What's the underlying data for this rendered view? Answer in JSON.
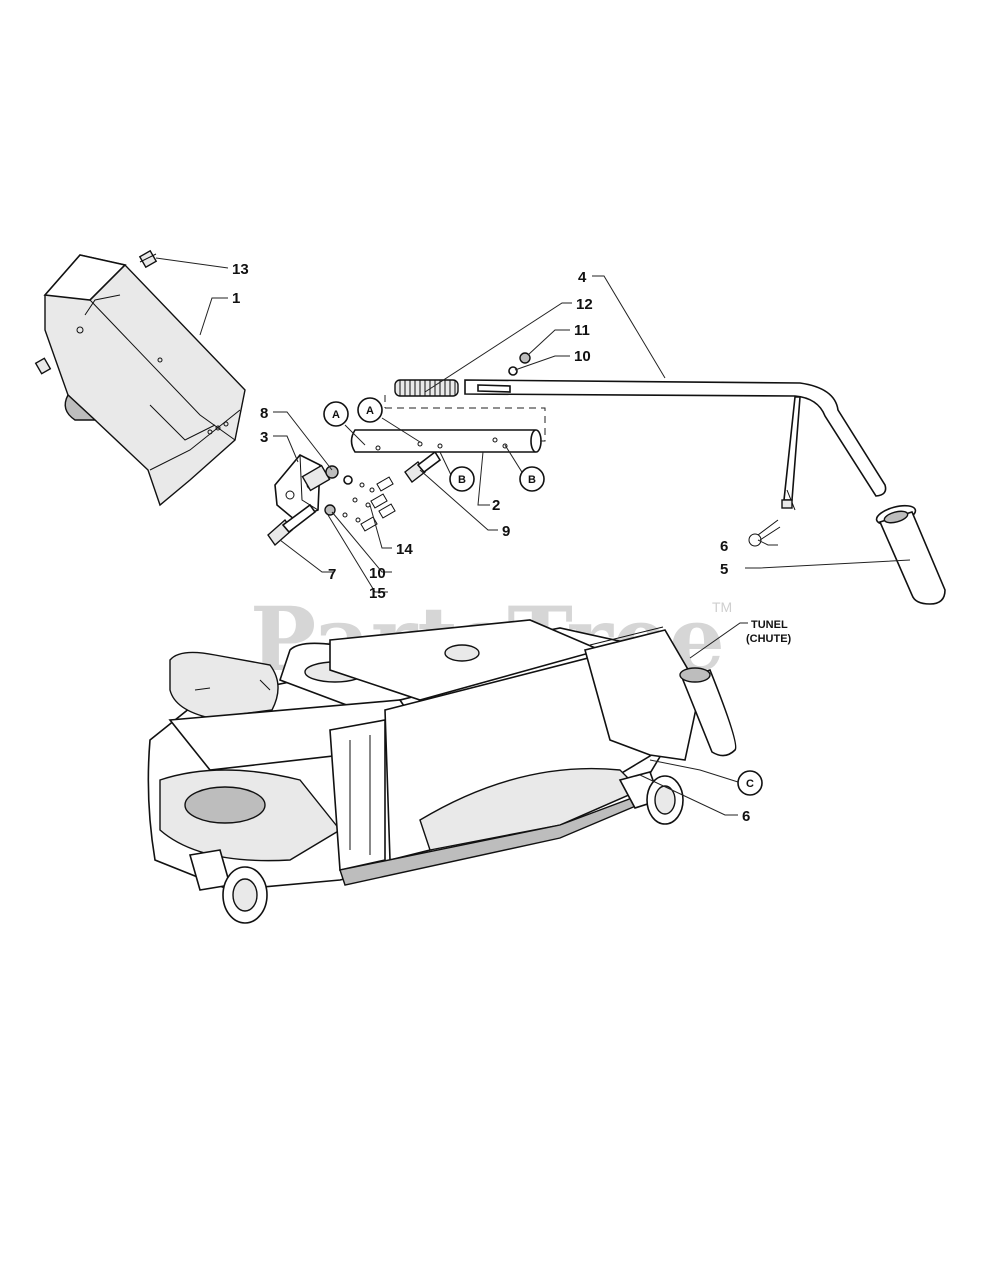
{
  "watermark": {
    "brand": "PartsTree",
    "tm": "TM"
  },
  "callouts": {
    "n1": "1",
    "n2": "2",
    "n3": "3",
    "n4": "4",
    "n5": "5",
    "n6a": "6",
    "n6b": "6",
    "n7": "7",
    "n8": "8",
    "n9": "9",
    "n10a": "10",
    "n10b": "10",
    "n11": "11",
    "n12": "12",
    "n13": "13",
    "n14": "14",
    "n15": "15"
  },
  "refs": {
    "a1": "A",
    "a2": "A",
    "b1": "B",
    "b2": "B",
    "c1": "C"
  },
  "chute_label": {
    "line1": "TUNEL",
    "line2": "(CHUTE)"
  }
}
